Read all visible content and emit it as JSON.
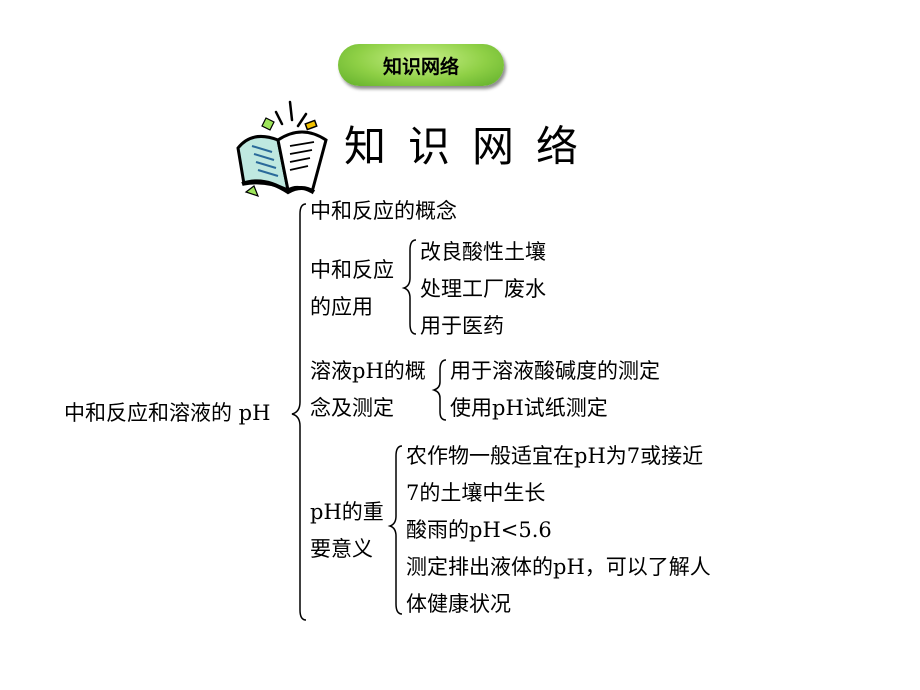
{
  "badge": "知识网络",
  "heading": "知识网络",
  "root": "中和反应和溶液的 pH",
  "branch1": {
    "label": "中和反应的概念"
  },
  "branch2": {
    "label_line1": "中和反应",
    "label_line2": "的应用",
    "items": [
      "改良酸性土壤",
      "处理工厂废水",
      "用于医药"
    ]
  },
  "branch3": {
    "label_line1": "溶液pH的概",
    "label_line2": "念及测定",
    "items": [
      "用于溶液酸碱度的测定",
      "使用pH试纸测定"
    ]
  },
  "branch4": {
    "label_line1": "pH的重",
    "label_line2": "要意义",
    "items": [
      "农作物一般适宜在pH为7或接近",
      "7的土壤中生长",
      "酸雨的pH<5.6",
      "测定排出液体的pH，可以了解人",
      "体健康状况"
    ]
  }
}
